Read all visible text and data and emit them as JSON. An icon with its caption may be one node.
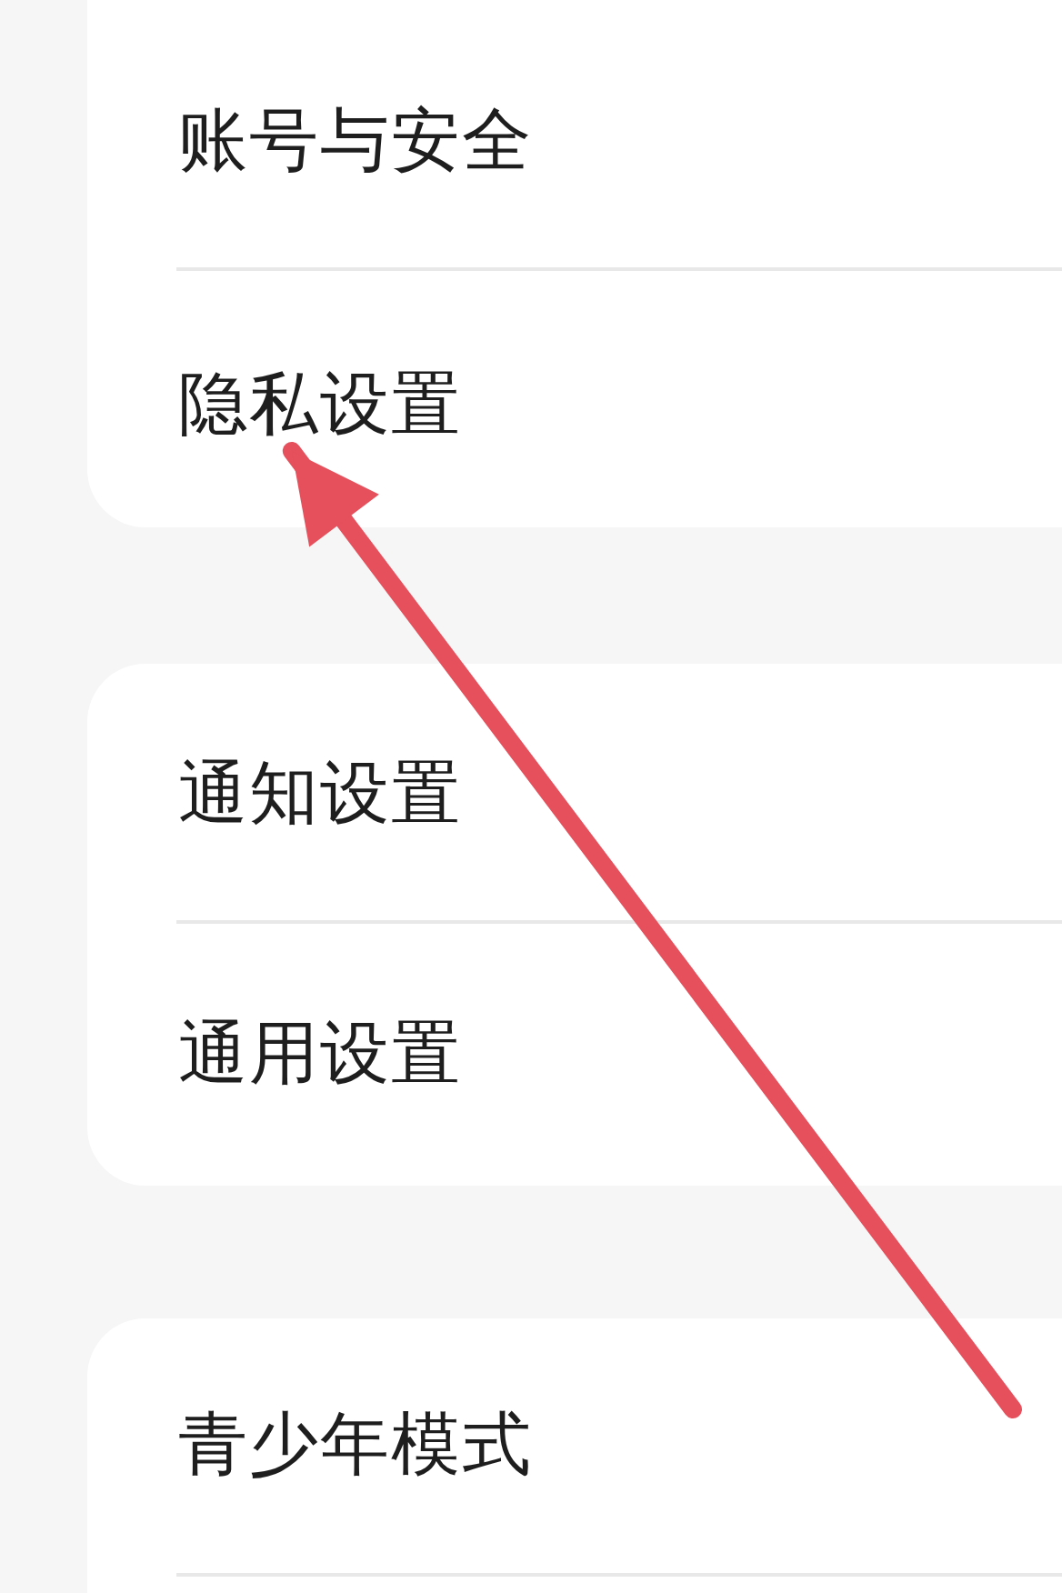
{
  "diagram": {
    "nodes": [
      {
        "text": [
          "账号与安全"
        ]
      },
      {
        "text": [
          "隐私设置"
        ]
      },
      {
        "text": [
          "通知设置"
        ]
      },
      {
        "text": [
          "通用设置"
        ]
      },
      {
        "text": [
          "青少年模式"
        ]
      }
    ],
    "edges": [
      {
        "from": null,
        "to": 1,
        "arrow": "to",
        "color": "#e5505c"
      }
    ]
  }
}
